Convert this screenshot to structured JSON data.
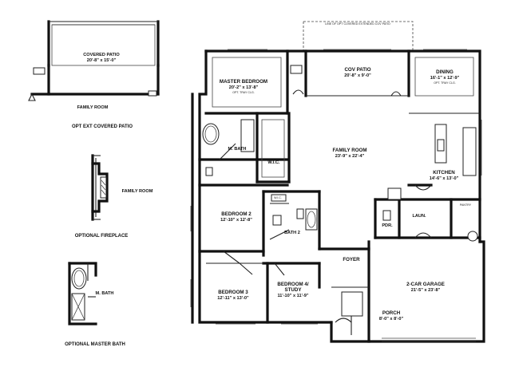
{
  "main_plan": {
    "master_bedroom": {
      "name": "MASTER BEDROOM",
      "dims": "20'-2\" x 13'-8\"",
      "note": "OPT. TRAY CLG."
    },
    "cov_patio": {
      "name": "COV PATIO",
      "dims": "20'-8\" x 9'-0\""
    },
    "dining": {
      "name": "DINING",
      "dims": "16'-1\" x 12'-9\"",
      "note": "OPT. TRAY CLG."
    },
    "m_bath": {
      "name": "M. BATH"
    },
    "wic": {
      "name": "W.I.C."
    },
    "family_room": {
      "name": "FAMILY ROOM",
      "dims": "23'-9\" x 22'-4\""
    },
    "kitchen": {
      "name": "KITCHEN",
      "dims": "14'-6\" x 13'-0\""
    },
    "wic_small": {
      "name": "W.I.C."
    },
    "bedroom2": {
      "name": "BEDROOM 2",
      "dims": "12'-10\" x 12'-8\""
    },
    "bath2": {
      "name": "BATH 2"
    },
    "laun": {
      "name": "LAUN."
    },
    "pdr": {
      "name": "PDR."
    },
    "pantry": {
      "name": "PANTRY"
    },
    "foyer": {
      "name": "FOYER"
    },
    "bedroom3": {
      "name": "BEDROOM 3",
      "dims": "12'-11\" x 13'-0\""
    },
    "bedroom4": {
      "name": "BEDROOM 4/",
      "name2": "STUDY",
      "dims": "11'-10\" x 11'-9\""
    },
    "garage": {
      "name": "2-CAR GARAGE",
      "dims": "21'-5\" x 23'-8\""
    },
    "porch": {
      "name": "PORCH",
      "dims": "8'-0\" x 8'-0\""
    },
    "top_note": "LINE OF OPT COVERED EXTENDED COV PATIO"
  },
  "options": {
    "covered_patio": {
      "name": "COVERED PATIO",
      "dims": "20'-8\" x 15'-0\"",
      "family_room": "FAMILY ROOM",
      "caption": "OPT EXT COVERED PATIO"
    },
    "fireplace": {
      "family_room": "FAMILY ROOM",
      "caption": "OPTIONAL FIREPLACE"
    },
    "master_bath": {
      "room": "M. BATH",
      "caption": "OPTIONAL MASTER BATH"
    }
  }
}
